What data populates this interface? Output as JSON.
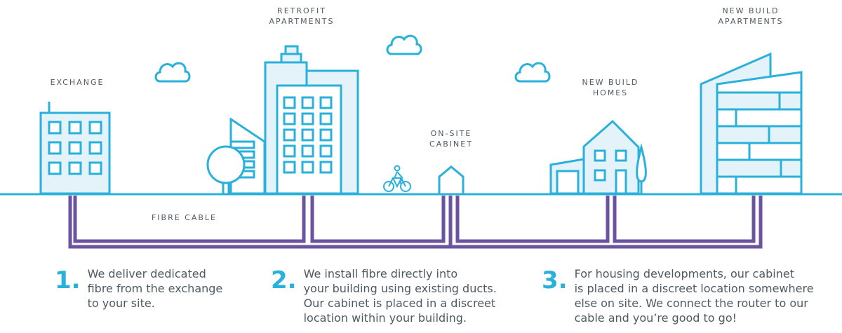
{
  "colors": {
    "line": "#29b1dc",
    "building_fill": "#e4f2fa",
    "cable": "#6b53a0",
    "label_text": "#4e5a62",
    "step_number": "#29b1dc"
  },
  "labels": {
    "exchange": "EXCHANGE",
    "retrofit_apartments": [
      "RETROFIT",
      "APARTMENTS"
    ],
    "on_site_cabinet": [
      "ON-SITE",
      "CABINET"
    ],
    "new_build_homes": [
      "NEW BUILD",
      "HOMES"
    ],
    "new_build_apartments": [
      "NEW BUILD",
      "APARTMENTS"
    ],
    "fibre_cable": "FIBRE CABLE"
  },
  "icons": [
    "cloud-icon",
    "cloud-icon",
    "cloud-icon",
    "cyclist-icon",
    "tree-icon"
  ],
  "steps": [
    {
      "number": "1.",
      "text": "We deliver dedicated\nfibre from the exchange\nto your site."
    },
    {
      "number": "2.",
      "text": "We install fibre directly into\nyour building using existing ducts.\nOur cabinet is placed in a discreet\nlocation within your building."
    },
    {
      "number": "3.",
      "text": "For housing developments, our cabinet\nis placed in a discreet location somewhere\nelse on site. We connect the router to our\ncable and you’re good to go!"
    }
  ]
}
